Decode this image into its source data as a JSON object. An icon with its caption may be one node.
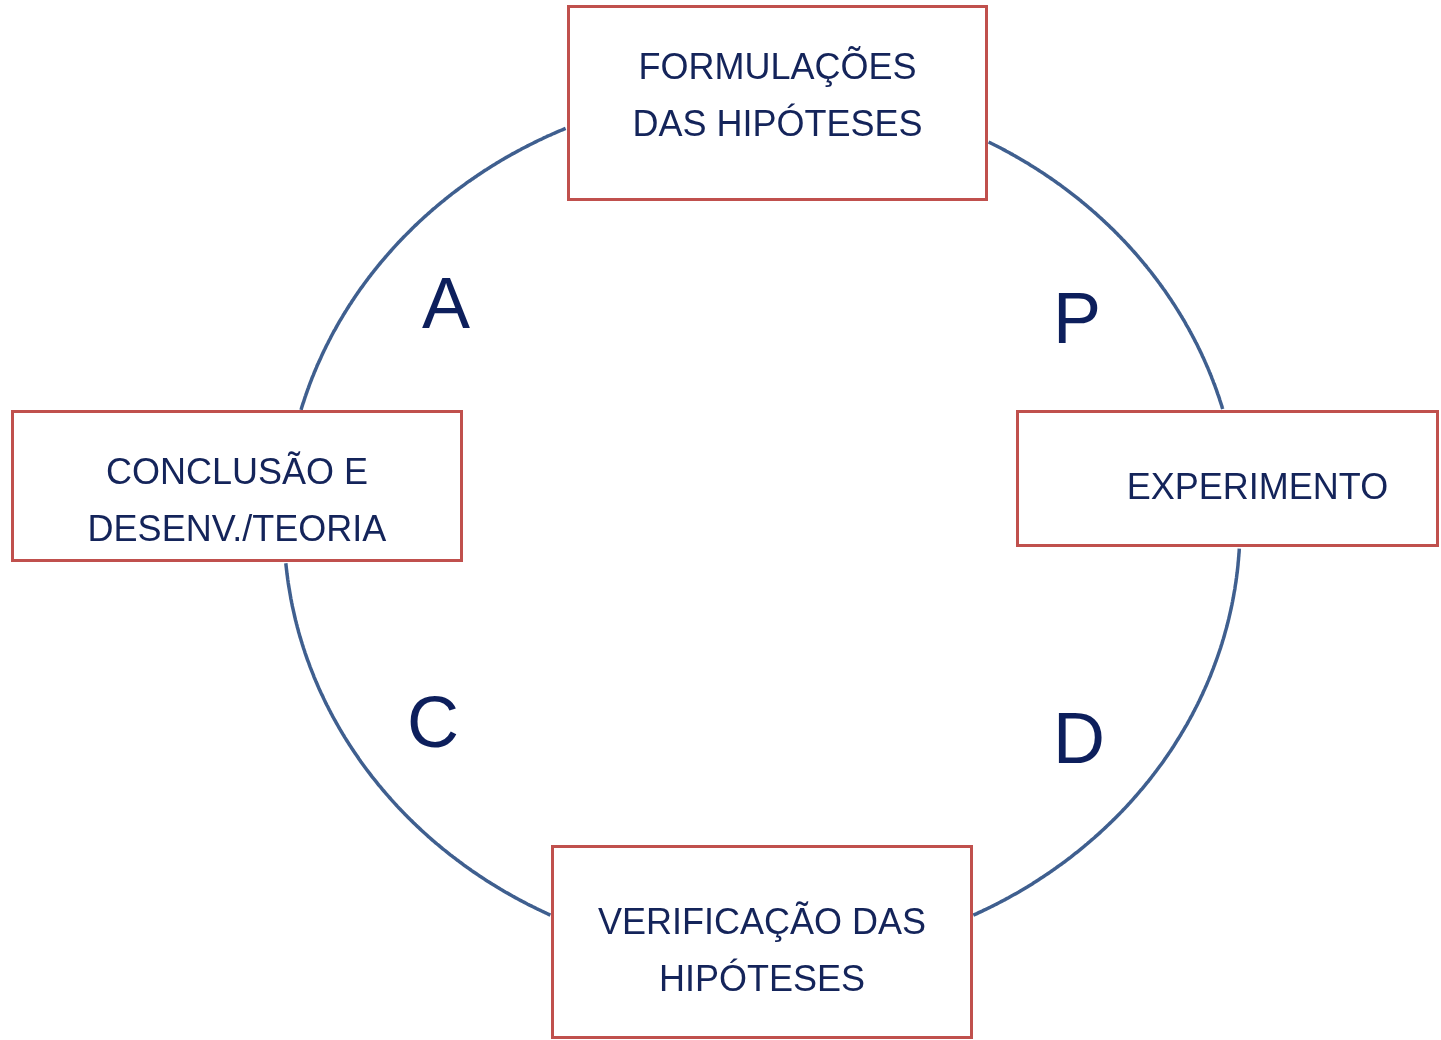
{
  "diagram": {
    "nodes": [
      {
        "text": [
          "FORMULAÇÕES DAS HIPÓTESES"
        ]
      },
      {
        "text": [
          "CONCLUSÃO E DESENV./TEORIA"
        ]
      },
      {
        "text": [
          "EXPERIMENTO"
        ]
      },
      {
        "text": [
          "VERIFICAÇÃO DAS HIPÓTESES"
        ]
      }
    ],
    "edges": [
      {
        "from": 0,
        "to": 2,
        "arrow": "none"
      },
      {
        "from": 2,
        "to": 3,
        "arrow": "none"
      },
      {
        "from": 3,
        "to": 1,
        "arrow": "none"
      },
      {
        "from": 1,
        "to": 0,
        "arrow": "none"
      }
    ],
    "labels": [
      "A",
      "P",
      "C",
      "D"
    ]
  }
}
